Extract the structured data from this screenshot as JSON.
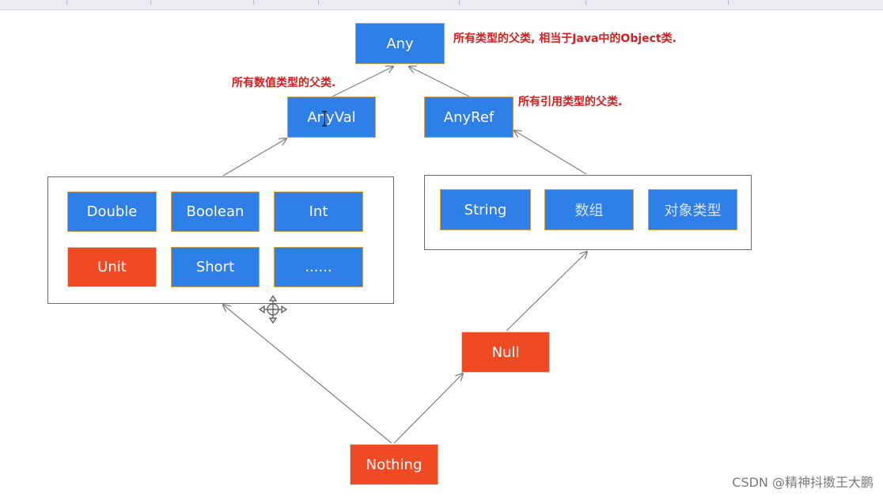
{
  "diagram": {
    "nodes": {
      "any": "Any",
      "anyval": "AnyVal",
      "anyref": "AnyRef",
      "double": "Double",
      "boolean": "Boolean",
      "int": "Int",
      "unit": "Unit",
      "short": "Short",
      "more": "......",
      "string": "String",
      "array": "数组",
      "object_type": "对象类型",
      "null": "Null",
      "nothing": "Nothing"
    },
    "notes": {
      "any": "所有类型的父类, 相当于Java中的Object类.",
      "anyval": "所有数值类型的父类.",
      "anyref": "所有引用类型的父类."
    },
    "colors": {
      "blue_node": "#2f7fe8",
      "red_node": "#f04a25",
      "note_text": "#d11f1f"
    }
  },
  "watermark": "CSDN @精神抖擞王大鹏"
}
